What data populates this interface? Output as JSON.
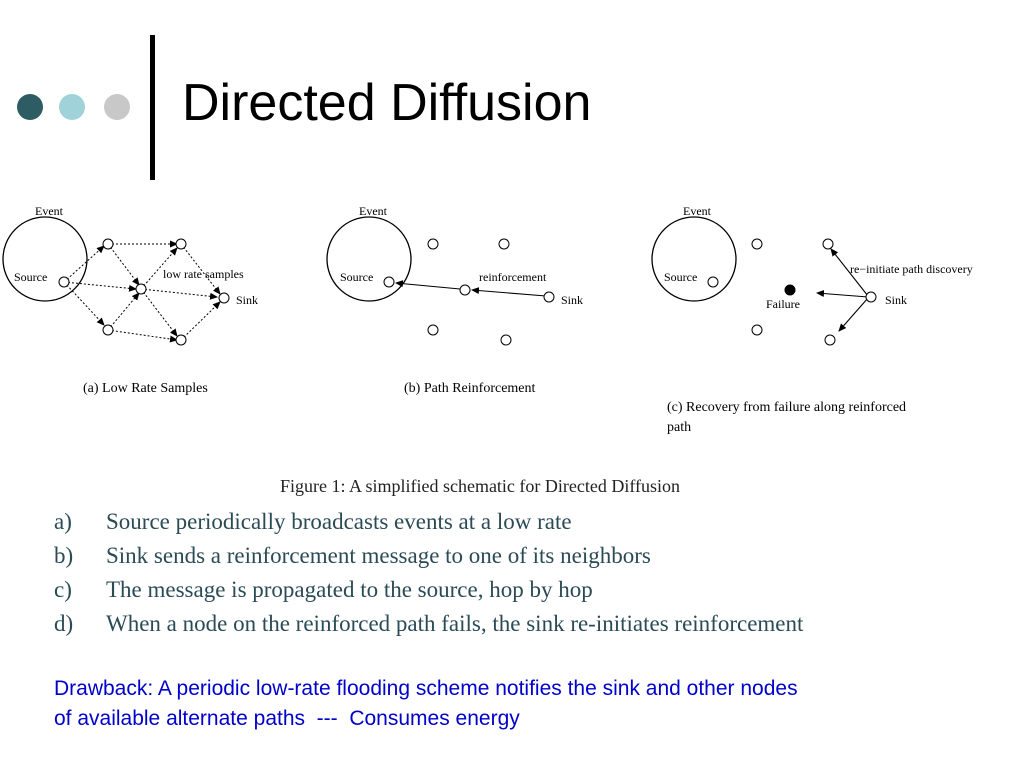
{
  "slide": {
    "title": "Directed Diffusion",
    "accent_colors": [
      "#2e5c64",
      "#9fd3d9",
      "#c8c8c8"
    ]
  },
  "figure": {
    "caption": "Figure 1: A simplified schematic for Directed Diffusion",
    "panels": [
      {
        "id": "a",
        "event_label": "Event",
        "source_label": "Source",
        "sink_label": "Sink",
        "annotation": "low rate samples",
        "caption": "(a) Low Rate Samples"
      },
      {
        "id": "b",
        "event_label": "Event",
        "source_label": "Source",
        "sink_label": "Sink",
        "annotation": "reinforcement",
        "caption": "(b) Path Reinforcement"
      },
      {
        "id": "c",
        "event_label": "Event",
        "source_label": "Source",
        "sink_label": "Sink",
        "annotation": "re−initiate path discovery",
        "failure_label": "Failure",
        "caption_line1": "(c) Recovery from failure along reinforced",
        "caption_line2": "path"
      }
    ]
  },
  "steps": [
    {
      "label": "a)",
      "text": "Source periodically broadcasts events at a low rate"
    },
    {
      "label": "b)",
      "text": "Sink sends a reinforcement message to one of its neighbors"
    },
    {
      "label": "c)",
      "text": "The message is propagated to the source, hop by hop"
    },
    {
      "label": "d)",
      "text": "When a node on the reinforced path fails, the sink re-initiates reinforcement"
    }
  ],
  "drawback": {
    "line1": "Drawback: A periodic low-rate flooding scheme notifies the sink and other nodes",
    "line2": "of available alternate paths  ---  Consumes energy"
  }
}
